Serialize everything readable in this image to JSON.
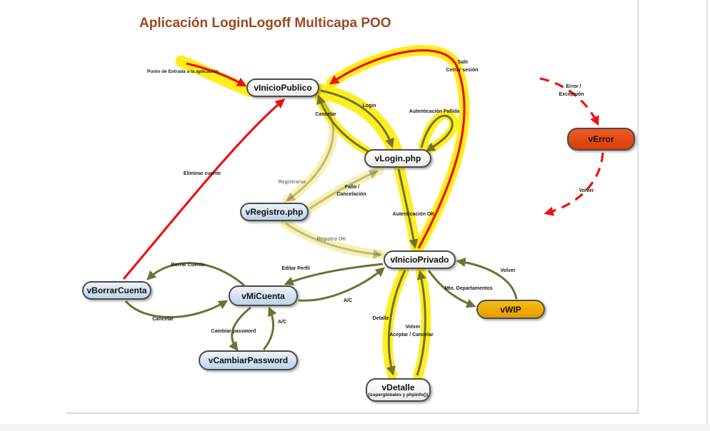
{
  "page": {
    "title": "Aplicación LoginLogoff Multicapa POO"
  },
  "colors": {
    "title": "#9c4a1d",
    "edge_olive": "#6e7233",
    "edge_red": "#ee1111",
    "highlight_yellow": "#ffec00",
    "highlight_faded": "#f6ef9a",
    "node_blue_bottom": "#bdd3e7",
    "node_wip": "#f0a90a",
    "node_error": "#e34a13"
  },
  "nodes": [
    {
      "id": "vInicioPublico",
      "label": "vInicioPublico",
      "variant": "white"
    },
    {
      "id": "vLogin",
      "label": "vLogin.php",
      "variant": "white"
    },
    {
      "id": "vRegistro",
      "label": "vRegistro.php",
      "variant": "blue"
    },
    {
      "id": "vInicioPrivado",
      "label": "vInicioPrivado",
      "variant": "white"
    },
    {
      "id": "vBorrarCuenta",
      "label": "vBorrarCuenta",
      "variant": "blue"
    },
    {
      "id": "vMiCuenta",
      "label": "vMiCuenta",
      "variant": "blue"
    },
    {
      "id": "vCambiarPassword",
      "label": "vCambiarPassword",
      "variant": "blue"
    },
    {
      "id": "vDetalle",
      "label": "vDetalle",
      "sublabel": "(superglobales y phpinfo())",
      "variant": "white"
    },
    {
      "id": "vWIP",
      "label": "vWIP",
      "variant": "wip"
    },
    {
      "id": "vError",
      "label": "vError",
      "variant": "error"
    }
  ],
  "edge_labels": [
    {
      "text": "Punto de Entrada a la aplicación"
    },
    {
      "text": "Salir"
    },
    {
      "text": "Cerrar sesión"
    },
    {
      "text": "Cancelar"
    },
    {
      "text": "Login"
    },
    {
      "text": "Autenticación Fallida"
    },
    {
      "text": "Error /"
    },
    {
      "text": "Excepción"
    },
    {
      "text": "Eliminar cuente"
    },
    {
      "text": "Registrarse"
    },
    {
      "text": "Fallo /"
    },
    {
      "text": "Cancelación"
    },
    {
      "text": "Autenticación OK"
    },
    {
      "text": "Volver"
    },
    {
      "text": "Registro OK"
    },
    {
      "text": "Borrar Cuenta"
    },
    {
      "text": "Editar Perfil"
    },
    {
      "text": "Volver"
    },
    {
      "text": "Mto. Departamentos"
    },
    {
      "text": "Cancelar"
    },
    {
      "text": "A/C"
    },
    {
      "text": "A/C"
    },
    {
      "text": "Cambiar password"
    },
    {
      "text": "Detalle"
    },
    {
      "text": "Volver"
    },
    {
      "text": "Aceptar / Cancelar"
    }
  ],
  "edges": [
    {
      "from": "(inicio)",
      "to": "vInicioPublico",
      "label": "Punto de Entrada a la aplicación",
      "color": "red",
      "highlighted": true
    },
    {
      "from": "vInicioPublico",
      "to": "vLogin",
      "label": "Login",
      "color": "olive",
      "highlighted": true
    },
    {
      "from": "vLogin",
      "to": "vInicioPublico",
      "label": "Cancelar",
      "color": "olive",
      "highlighted": true
    },
    {
      "from": "vLogin",
      "to": "vLogin",
      "label": "Autenticación Fallida",
      "color": "olive",
      "highlighted": true
    },
    {
      "from": "vLogin",
      "to": "vInicioPrivado",
      "label": "Autenticación OK",
      "color": "olive",
      "highlighted": true
    },
    {
      "from": "vInicioPrivado",
      "to": "vInicioPublico",
      "label": "Salir / Cerrar sesión",
      "color": "red",
      "highlighted": true
    },
    {
      "from": "vInicioPublico",
      "to": "vRegistro",
      "label": "Registrarse",
      "color": "olive",
      "highlighted": false
    },
    {
      "from": "vRegistro",
      "to": "vLogin",
      "label": "Fallo / Cancelación",
      "color": "olive",
      "highlighted": false
    },
    {
      "from": "vRegistro",
      "to": "vInicioPrivado",
      "label": "Registro OK",
      "color": "olive",
      "highlighted": false
    },
    {
      "from": "vBorrarCuenta",
      "to": "vInicioPublico",
      "label": "Eliminar cuente",
      "color": "red",
      "highlighted": false
    },
    {
      "from": "vMiCuenta",
      "to": "vBorrarCuenta",
      "label": "Borrar Cuenta",
      "color": "olive",
      "highlighted": false
    },
    {
      "from": "vBorrarCuenta",
      "to": "vMiCuenta",
      "label": "Cancelar",
      "color": "olive",
      "highlighted": false
    },
    {
      "from": "vInicioPrivado",
      "to": "vMiCuenta",
      "label": "Editar Perfil",
      "color": "olive",
      "highlighted": false
    },
    {
      "from": "vMiCuenta",
      "to": "vInicioPrivado",
      "label": "A/C",
      "color": "olive",
      "highlighted": false
    },
    {
      "from": "vMiCuenta",
      "to": "vCambiarPassword",
      "label": "Cambiar password",
      "color": "olive",
      "highlighted": false
    },
    {
      "from": "vCambiarPassword",
      "to": "vMiCuenta",
      "label": "A/C",
      "color": "olive",
      "highlighted": false
    },
    {
      "from": "vInicioPrivado",
      "to": "vDetalle",
      "label": "Detalle",
      "color": "olive",
      "highlighted": true
    },
    {
      "from": "vDetalle",
      "to": "vInicioPrivado",
      "label": "Volver / Aceptar / Cancelar",
      "color": "olive",
      "highlighted": true
    },
    {
      "from": "vInicioPrivado",
      "to": "vWIP",
      "label": "Mto. Departamentos",
      "color": "olive",
      "highlighted": false
    },
    {
      "from": "vWIP",
      "to": "vInicioPrivado",
      "label": "Volver",
      "color": "olive",
      "highlighted": false
    },
    {
      "from": "(excepción)",
      "to": "vError",
      "label": "Error / Excepción",
      "color": "red-dashed",
      "highlighted": false
    },
    {
      "from": "vError",
      "to": "(anterior)",
      "label": "Volver",
      "color": "red-dashed",
      "highlighted": false
    }
  ]
}
